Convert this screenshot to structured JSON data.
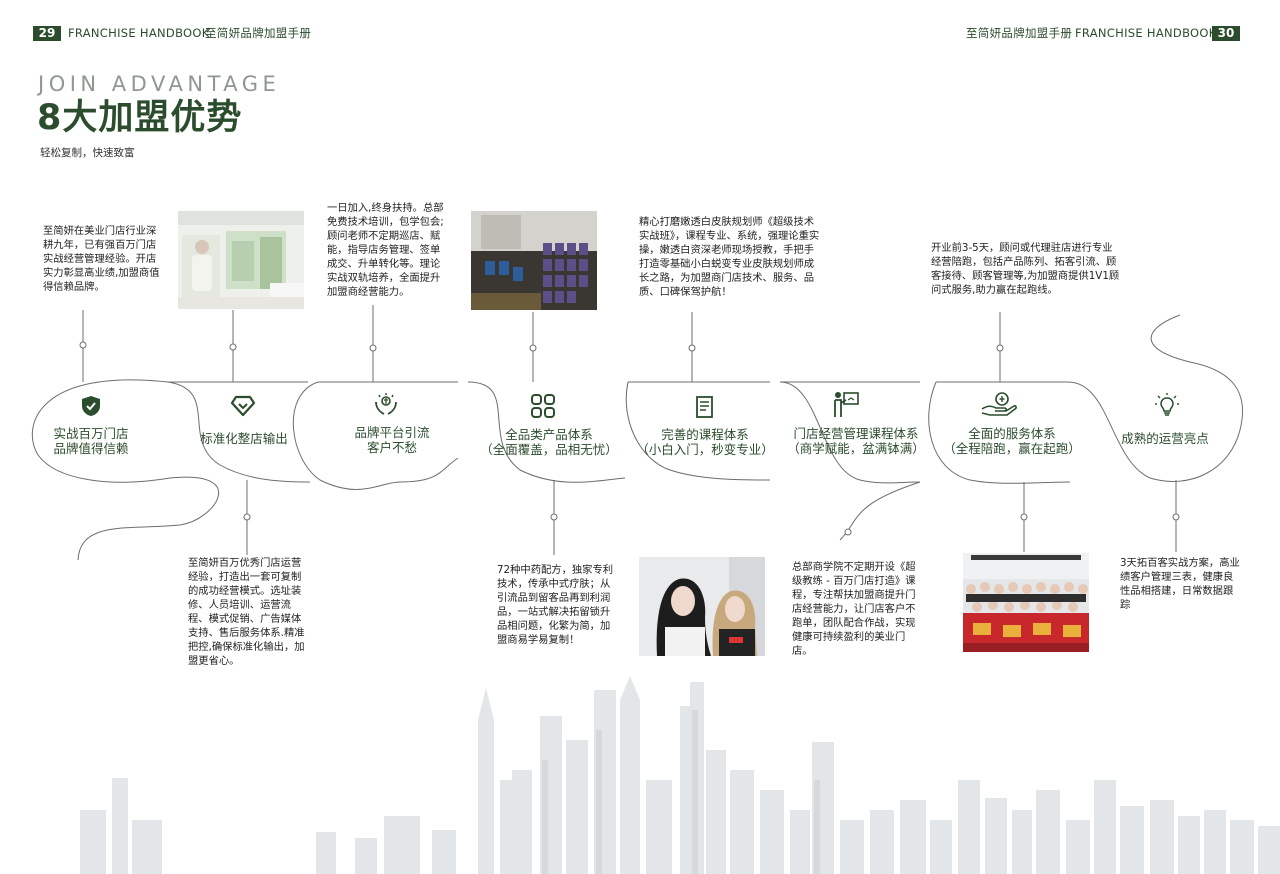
{
  "header": {
    "left_page": "29",
    "right_page": "30",
    "left_en": "FRANCHISE HANDBOOK",
    "left_cn": "至简妍品牌加盟手册",
    "right_cn": "至简妍品牌加盟手册",
    "right_en": "FRANCHISE HANDBOOK"
  },
  "hero": {
    "subtitle_en": "JOIN ADVANTAGE",
    "title": "8大加盟优势",
    "tagline": "轻松复制，快速致富"
  },
  "advantages": [
    {
      "title_lines": [
        "实战百万门店",
        "品牌值得信赖"
      ],
      "icon": "shield-icon",
      "desc": "至简妍在美业门店行业深耕九年，已有强百万门店实战经营管理经验。开店实力彰显高业绩,加盟商值得信赖品牌。"
    },
    {
      "title_lines": [
        "标准化整店输出"
      ],
      "icon": "diamond-icon",
      "desc": "至简妍百万优秀门店运营经验，打造出一套可复制的成功经营模式。选址装修、人员培训、运营流程、模式促销、广告媒体支持、售后服务体系.精准把控,确保标准化输出，加盟更省心。"
    },
    {
      "title_lines": [
        "品牌平台引流",
        "客户不愁"
      ],
      "icon": "hands-icon",
      "desc": "一日加入,终身扶持。总部免费技术培训，包学包会;顾问老师不定期巡店、赋能，指导店务管理、签单成交、升单转化等。理论实战双轨培养，全面提升加盟商经营能力。"
    },
    {
      "title_lines": [
        "全品类产品体系",
        "（全面覆盖，品相无忧）"
      ],
      "icon": "grid-icon",
      "desc": "72种中药配方，独家专利技术，传承中式疗肤；从引流品到留客品再到利润品，一站式解决拓留锁升品相问题，化繁为简，加盟商易学易复制！"
    },
    {
      "title_lines": [
        "完善的课程体系",
        "（小白入门，秒变专业）"
      ],
      "icon": "document-icon",
      "desc": "精心打磨嫩透白皮肤规划师《超级技术实战班》，课程专业、系统，强理论重实操，嫩透白资深老师现场授教，手把手打造零基础小白蜕变专业皮肤规划师成长之路，为加盟商门店技术、服务、品质、口碑保驾护航！"
    },
    {
      "title_lines": [
        "门店经营管理课程体系",
        "（商学赋能，盆满钵满）"
      ],
      "icon": "presenter-icon",
      "desc": "总部商学院不定期开设《超级教练 - 百万门店打造》课程，专注帮扶加盟商提升门店经营能力，让门店客户不跑单，团队配合作战，实现健康可持续盈利的美业门店。"
    },
    {
      "title_lines": [
        "全面的服务体系",
        "（全程陪跑，赢在起跑）"
      ],
      "icon": "service-hand-icon",
      "desc": "开业前3-5天，顾问或代理驻店进行专业经营陪跑，包括产品陈列、拓客引流、顾客接待、顾客管理等,为加盟商提供1V1顾问式服务,助力赢在起跑线。"
    },
    {
      "title_lines": [
        "成熟的运营亮点"
      ],
      "icon": "lightbulb-icon",
      "desc": "3天拓百客实战方案，高业绩客户管理三表，健康良性品相搭建，日常数据跟踪"
    }
  ],
  "colors": {
    "brand": "#2b4d2d",
    "subtitle": "#8f9791",
    "line": "#6d6d6d",
    "skyline": "#dcdfe1"
  }
}
